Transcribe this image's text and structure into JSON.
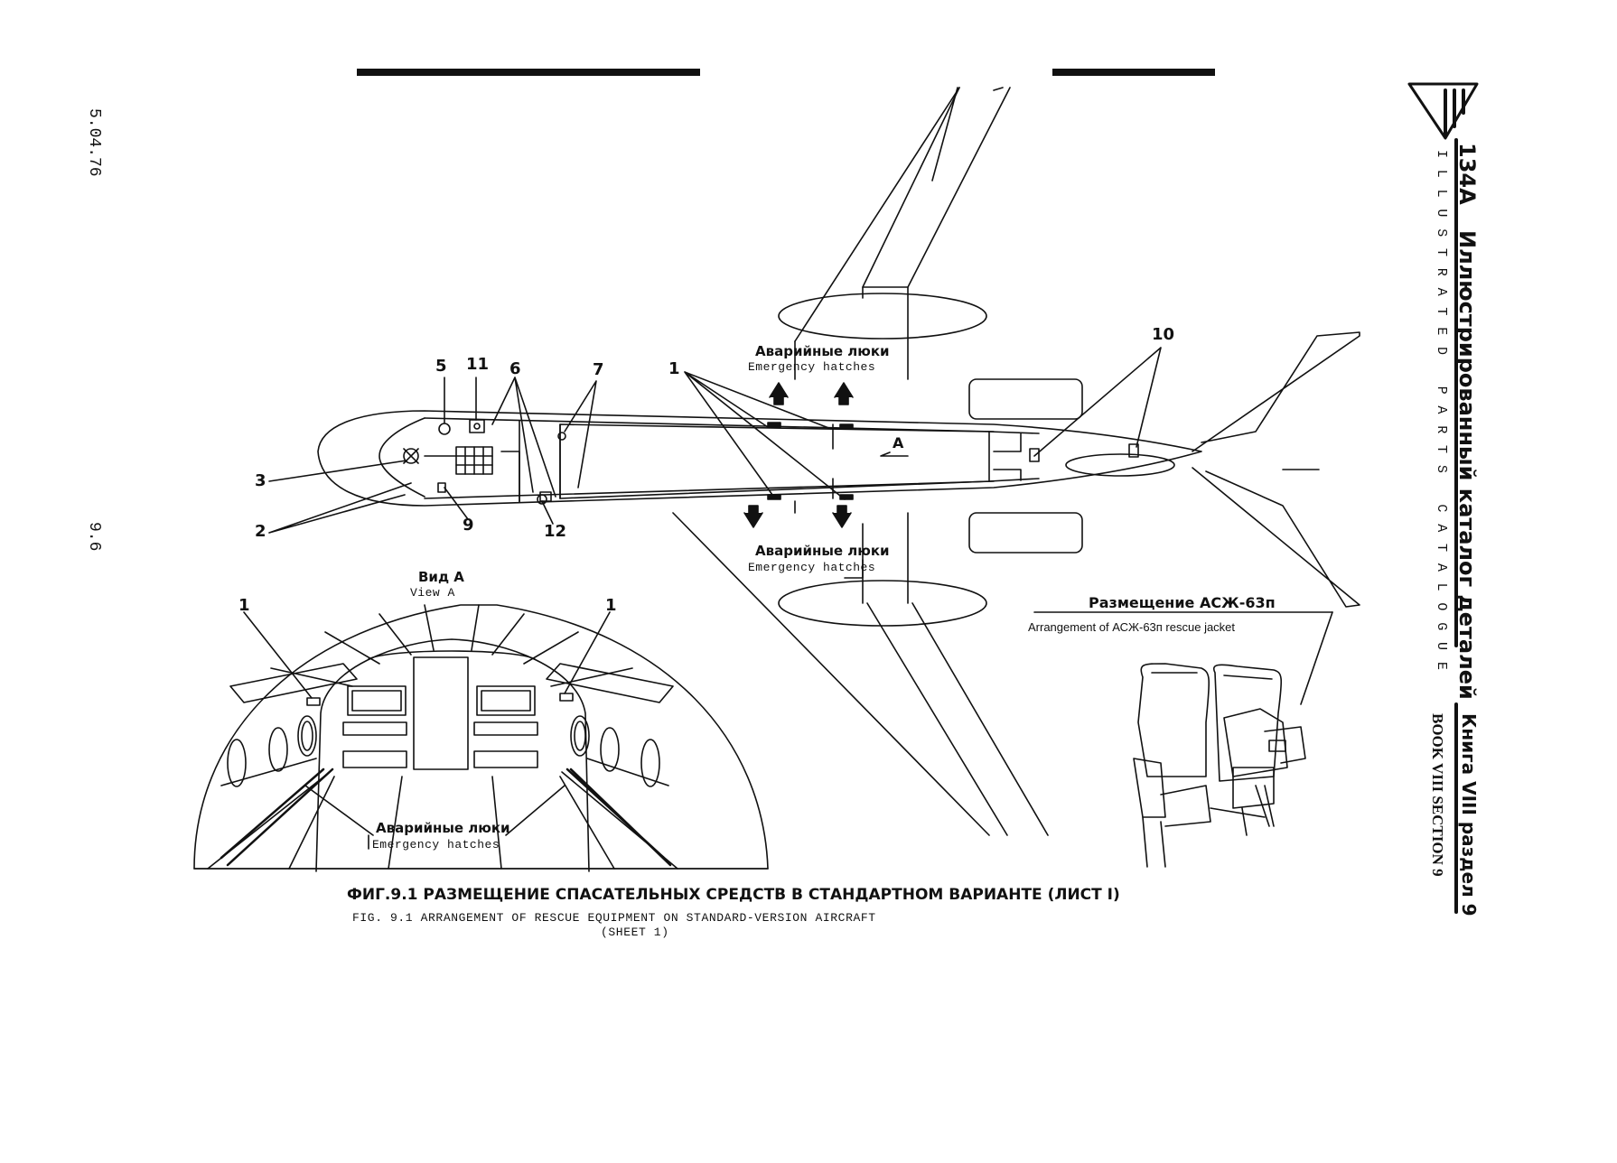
{
  "margin": {
    "date": "5.04.76",
    "page": "9.6"
  },
  "header": {
    "model": "134A",
    "title_ru": "Иллюстрированный каталог деталей",
    "title_en": "ILLUSTRATED PARTS CATALOGUE",
    "book_ru": "Книга VIII раздел 9",
    "book_en": "BOOK VIII SECTION 9"
  },
  "plan_view": {
    "hatch_ru_top": "Аварийные люки",
    "hatch_en_top": "Emergency hatches",
    "hatch_ru_bottom": "Аварийные люки",
    "hatch_en_bottom": "Emergency hatches",
    "view_marker": "A",
    "callouts": {
      "c5": "5",
      "c11": "11",
      "c6": "6",
      "c7": "7",
      "c1": "1",
      "c10": "10",
      "c3": "3",
      "c2": "2",
      "c9": "9",
      "c12": "12"
    }
  },
  "view_a": {
    "title_ru": "Вид А",
    "title_en": "View A",
    "callout_left": "1",
    "callout_right": "1",
    "hatch_ru": "Аварийные люки",
    "hatch_en": "Emergency hatches"
  },
  "rescue_jacket": {
    "title_ru": "Размещение АСЖ-63п",
    "title_en": "Arrangement of АСЖ-63п rescue jacket"
  },
  "caption": {
    "ru": "ФИГ.9.1 РАЗМЕЩЕНИЕ СПАСАТЕЛЬНЫХ  СРЕДСТВ В СТАНДАРТНОМ ВАРИАНТЕ (ЛИСТ I)",
    "en1": "FIG. 9.1 ARRANGEMENT OF RESCUE EQUIPMENT ON STANDARD-VERSION AIRCRAFT",
    "en2": "(SHEET 1)"
  }
}
